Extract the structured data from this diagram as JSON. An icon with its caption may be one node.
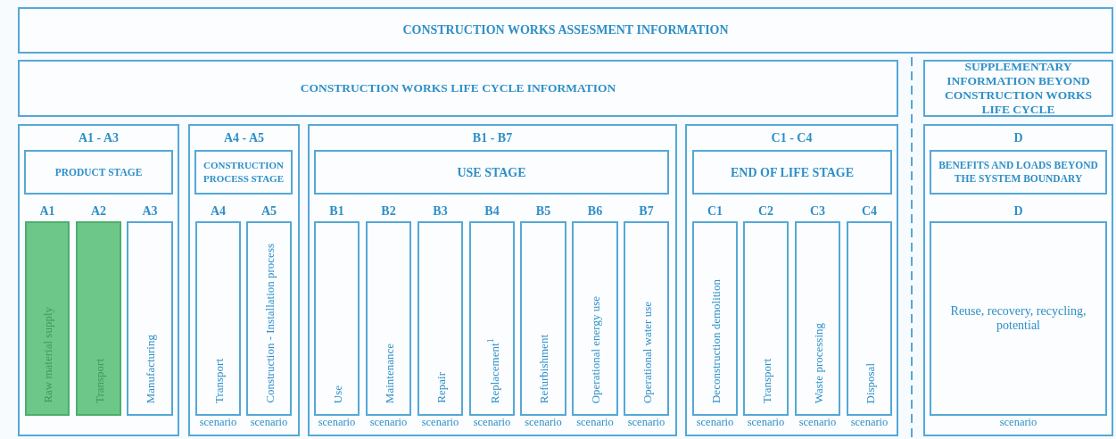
{
  "diagram": {
    "nodes": [
      {
        "text": [
          "CONSTRUCTION WORKS ASSESMENT INFORMATION"
        ]
      },
      {
        "text": [
          "CONSTRUCTION WORKS LIFE CYCLE INFORMATION"
        ]
      },
      {
        "text": [
          "SUPPLEMENTARY INFORMATION BEYOND CONSTRUCTION WORKS LIFE CYCLE"
        ]
      },
      {
        "text": [
          "A1 - A3"
        ]
      },
      {
        "text": [
          "PRODUCT STAGE"
        ],
        "in": 3
      },
      {
        "text": [
          "A1",
          "Raw material supply"
        ],
        "in": 3
      },
      {
        "text": [
          "A2",
          "Transport"
        ],
        "in": 3
      },
      {
        "text": [
          "A3",
          "Manufacturing"
        ],
        "in": 3
      },
      {
        "text": [
          "A4 - A5"
        ]
      },
      {
        "text": [
          "CONSTRUCTION PROCESS STAGE"
        ],
        "in": 8
      },
      {
        "text": [
          "A4",
          "Transport"
        ],
        "in": 8,
        "beside": [
          "scenario"
        ]
      },
      {
        "text": [
          "A5",
          "Construction - Installation process"
        ],
        "in": 8,
        "beside": [
          "scenario"
        ]
      },
      {
        "text": [
          "B1 - B7"
        ]
      },
      {
        "text": [
          "USE STAGE"
        ],
        "in": 12
      },
      {
        "text": [
          "B1",
          "Use"
        ],
        "in": 12,
        "beside": [
          "scenario"
        ]
      },
      {
        "text": [
          "B2",
          "Maintenance"
        ],
        "in": 12,
        "beside": [
          "scenario"
        ]
      },
      {
        "text": [
          "B3",
          "Repair"
        ],
        "in": 12,
        "beside": [
          "scenario"
        ]
      },
      {
        "text": [
          "B4",
          "Replacement$^{1}$"
        ],
        "in": 12,
        "beside": [
          "scenario"
        ]
      },
      {
        "text": [
          "B5",
          "Refurbishment"
        ],
        "in": 12,
        "beside": [
          "scenario"
        ]
      },
      {
        "text": [
          "B6",
          "Operational energy use"
        ],
        "in": 12,
        "beside": [
          "scenario"
        ]
      },
      {
        "text": [
          "B7",
          "Operational water use"
        ],
        "in": 12,
        "beside": [
          "scenario"
        ]
      },
      {
        "text": [
          "C1 - C4"
        ]
      },
      {
        "text": [
          "END OF LIFE STAGE"
        ],
        "in": 21
      },
      {
        "text": [
          "C1",
          "Deconstruction demolition"
        ],
        "in": 21,
        "beside": [
          "scenario"
        ]
      },
      {
        "text": [
          "C2",
          "Transport"
        ],
        "in": 21,
        "beside": [
          "scenario"
        ]
      },
      {
        "text": [
          "C3",
          "Waste processing"
        ],
        "in": 21,
        "beside": [
          "scenario"
        ]
      },
      {
        "text": [
          "C4",
          "Disposal"
        ],
        "in": 21,
        "beside": [
          "scenario"
        ]
      },
      {
        "text": [
          "D"
        ]
      },
      {
        "text": [
          "BENEFITS AND LOADS BEYOND THE SYSTEM BOUNDARY"
        ],
        "in": 27
      },
      {
        "text": [
          "D",
          "Reuse, recovery, recycling, potential"
        ],
        "in": 27,
        "beside": [
          "scenario"
        ]
      }
    ]
  }
}
